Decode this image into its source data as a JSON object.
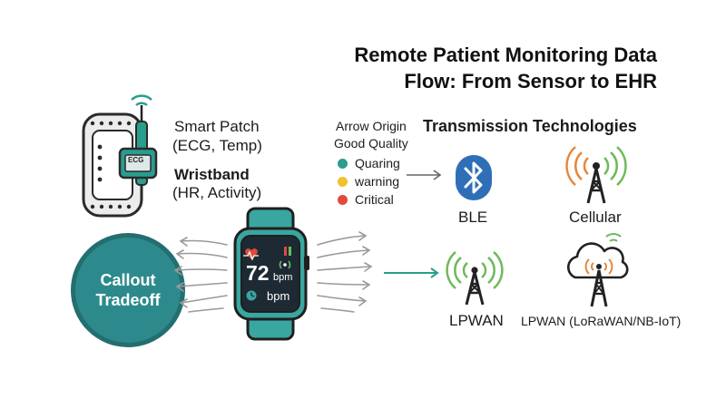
{
  "title": {
    "line1": "Remote Patient Monitoring Data",
    "line2": "Flow: From Sensor to EHR"
  },
  "devices": {
    "patch_title": "Smart Patch",
    "patch_sub": "(ECG, Temp)",
    "patch_ecg": "ECG",
    "band_title": "Wristband",
    "band_sub": "(HR, Activity)"
  },
  "watch": {
    "value": "72",
    "unit1": "bpm",
    "unit2": "bpm"
  },
  "callout": {
    "line1": "Callout",
    "line2": "Tradeoff"
  },
  "legend": {
    "heading1": "Arrow Origin",
    "heading2": "Good Quality",
    "items": [
      {
        "label": "Quaring",
        "color": "#2a9d8f"
      },
      {
        "label": "warning",
        "color": "#f2c12e"
      },
      {
        "label": "Critical",
        "color": "#e04a3b"
      }
    ]
  },
  "transmission": {
    "heading": "Transmission Technologies",
    "ble": "BLE",
    "cellular": "Cellular",
    "lpwan": "LPWAN",
    "lpwan_full": "LPWAN (LoRaWAN/NB-IoT)"
  },
  "colors": {
    "teal": "#2d8a8c",
    "teal_dark": "#236e70",
    "ble_blue": "#2f6fb7",
    "signal_orange": "#e8873a",
    "signal_green": "#6fb95b"
  }
}
